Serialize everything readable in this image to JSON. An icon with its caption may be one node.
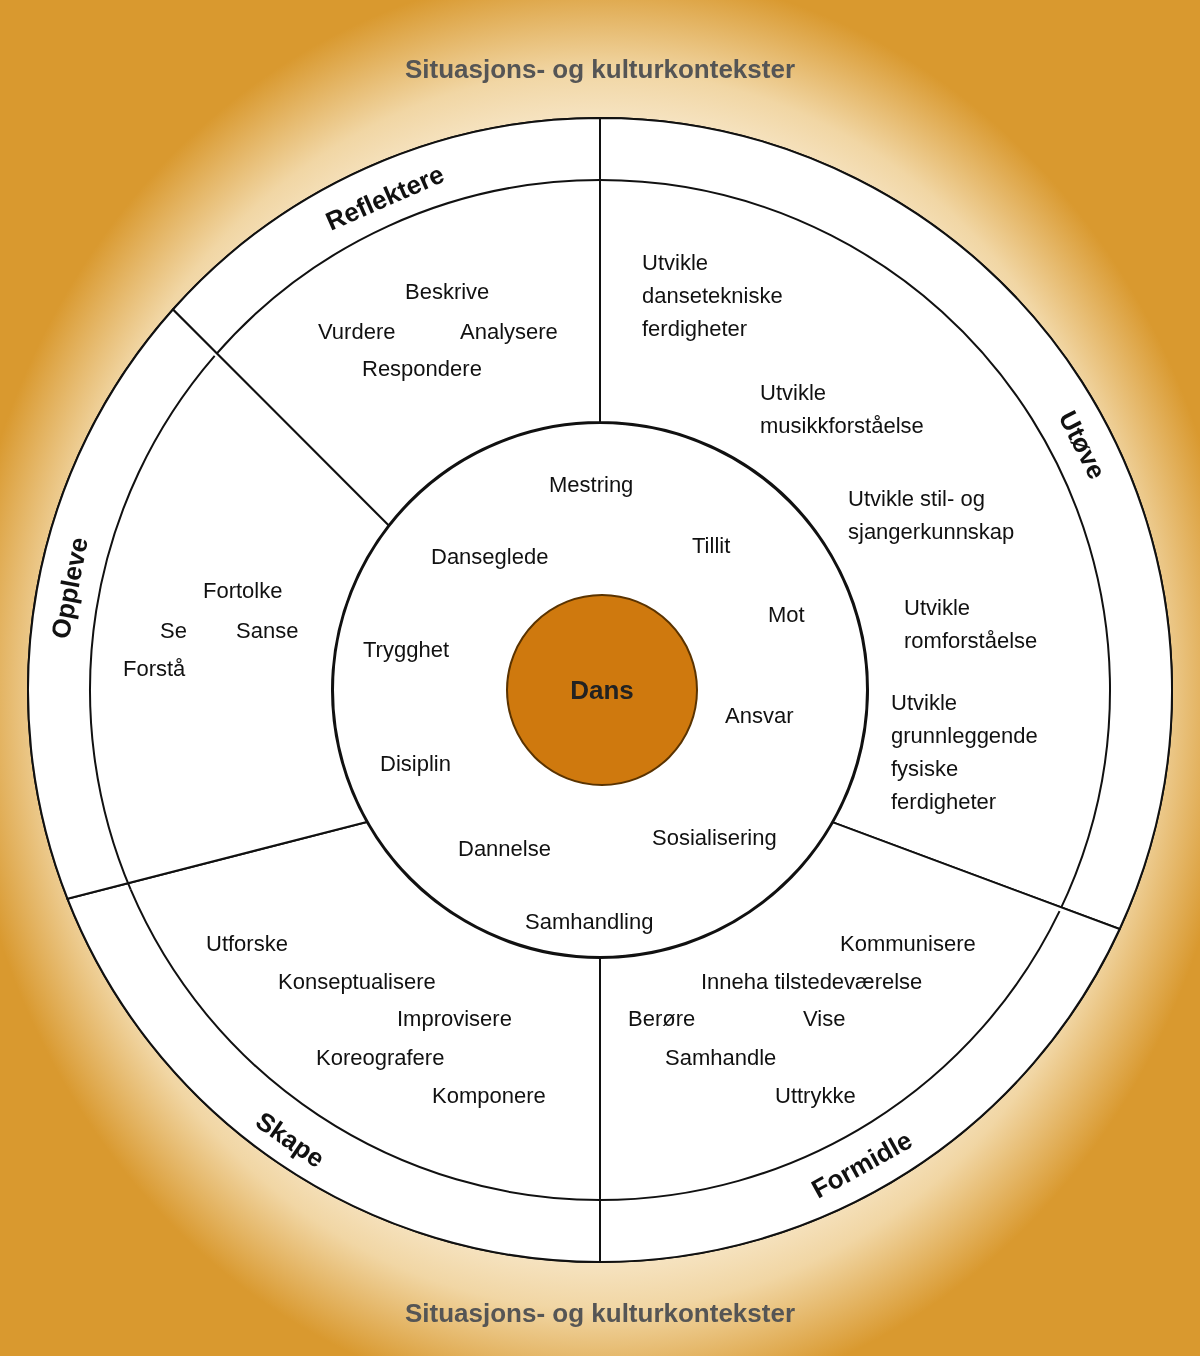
{
  "diagram": {
    "nodes": [
      {
        "text": [
          "Situasjons- og kulturkontekster",
          "Situasjons- og kulturkontekster"
        ]
      },
      {
        "text": [
          "Reflektere",
          "Beskrive",
          "Vurdere",
          "Analysere",
          "Respondere"
        ],
        "in": 0
      },
      {
        "text": [
          "Utøve",
          "Utvikle dansetekniske ferdigheter",
          "Utvikle musikkforståelse",
          "Utvikle stil- og sjangerkunnskap",
          "Utvikle romforståelse",
          "Utvikle grunnleggende fysiske ferdigheter"
        ],
        "in": 0
      },
      {
        "text": [
          "Formidle",
          "Kommunisere",
          "Inneha tilstedeværelse",
          "Berøre",
          "Vise",
          "Samhandle",
          "Uttrykke"
        ],
        "in": 0
      },
      {
        "text": [
          "Skape",
          "Utforske",
          "Konseptualisere",
          "Improvisere",
          "Koreografere",
          "Komponere"
        ],
        "in": 0
      },
      {
        "text": [
          "Oppleve",
          "Fortolke",
          "Se",
          "Sanse",
          "Forstå"
        ],
        "in": 0
      },
      {
        "text": [
          "Mestring",
          "Tillit",
          "Danseglede",
          "Mot",
          "Trygghet",
          "Ansvar",
          "Disiplin",
          "Sosialisering",
          "Dannelse",
          "Samhandling"
        ],
        "in": 0
      },
      {
        "text": [
          "Dans"
        ],
        "in": 6
      }
    ]
  }
}
